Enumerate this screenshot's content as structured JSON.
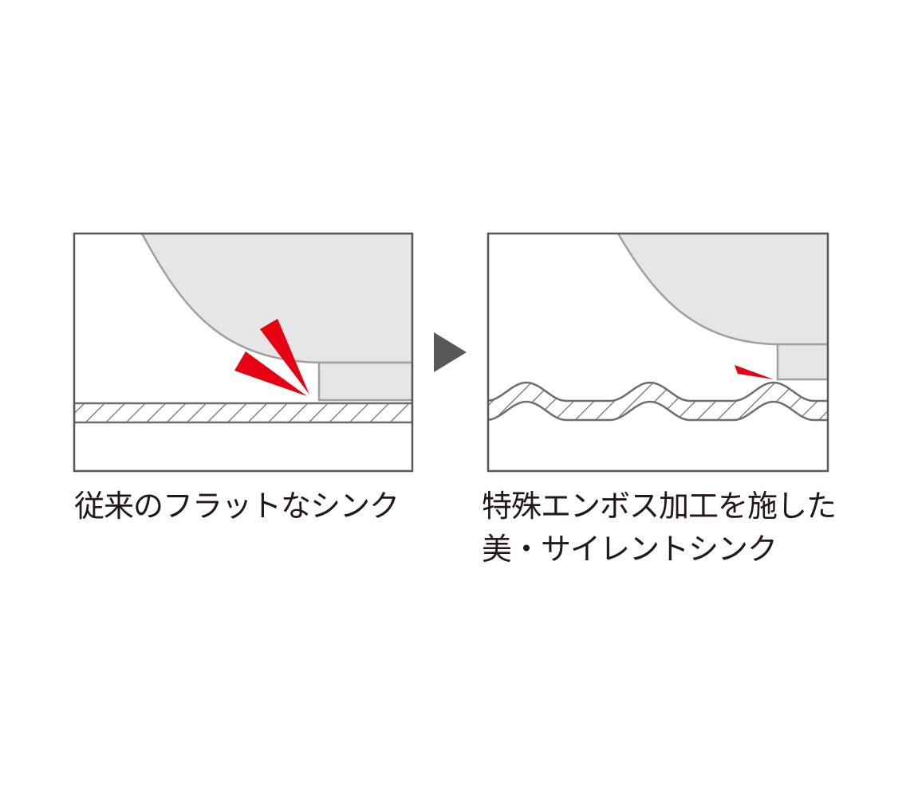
{
  "left": {
    "caption": "従来のフラットなシンク"
  },
  "right": {
    "caption_line1": "特殊エンボス加工を施した",
    "caption_line2": "美・サイレントシンク"
  },
  "colors": {
    "frame": "#595757",
    "bowl": "#e6e6e7",
    "bowl_edge": "#a0a0a0",
    "impact": "#e60012",
    "arrow": "#595757",
    "hatch": "#6e6e6e"
  }
}
